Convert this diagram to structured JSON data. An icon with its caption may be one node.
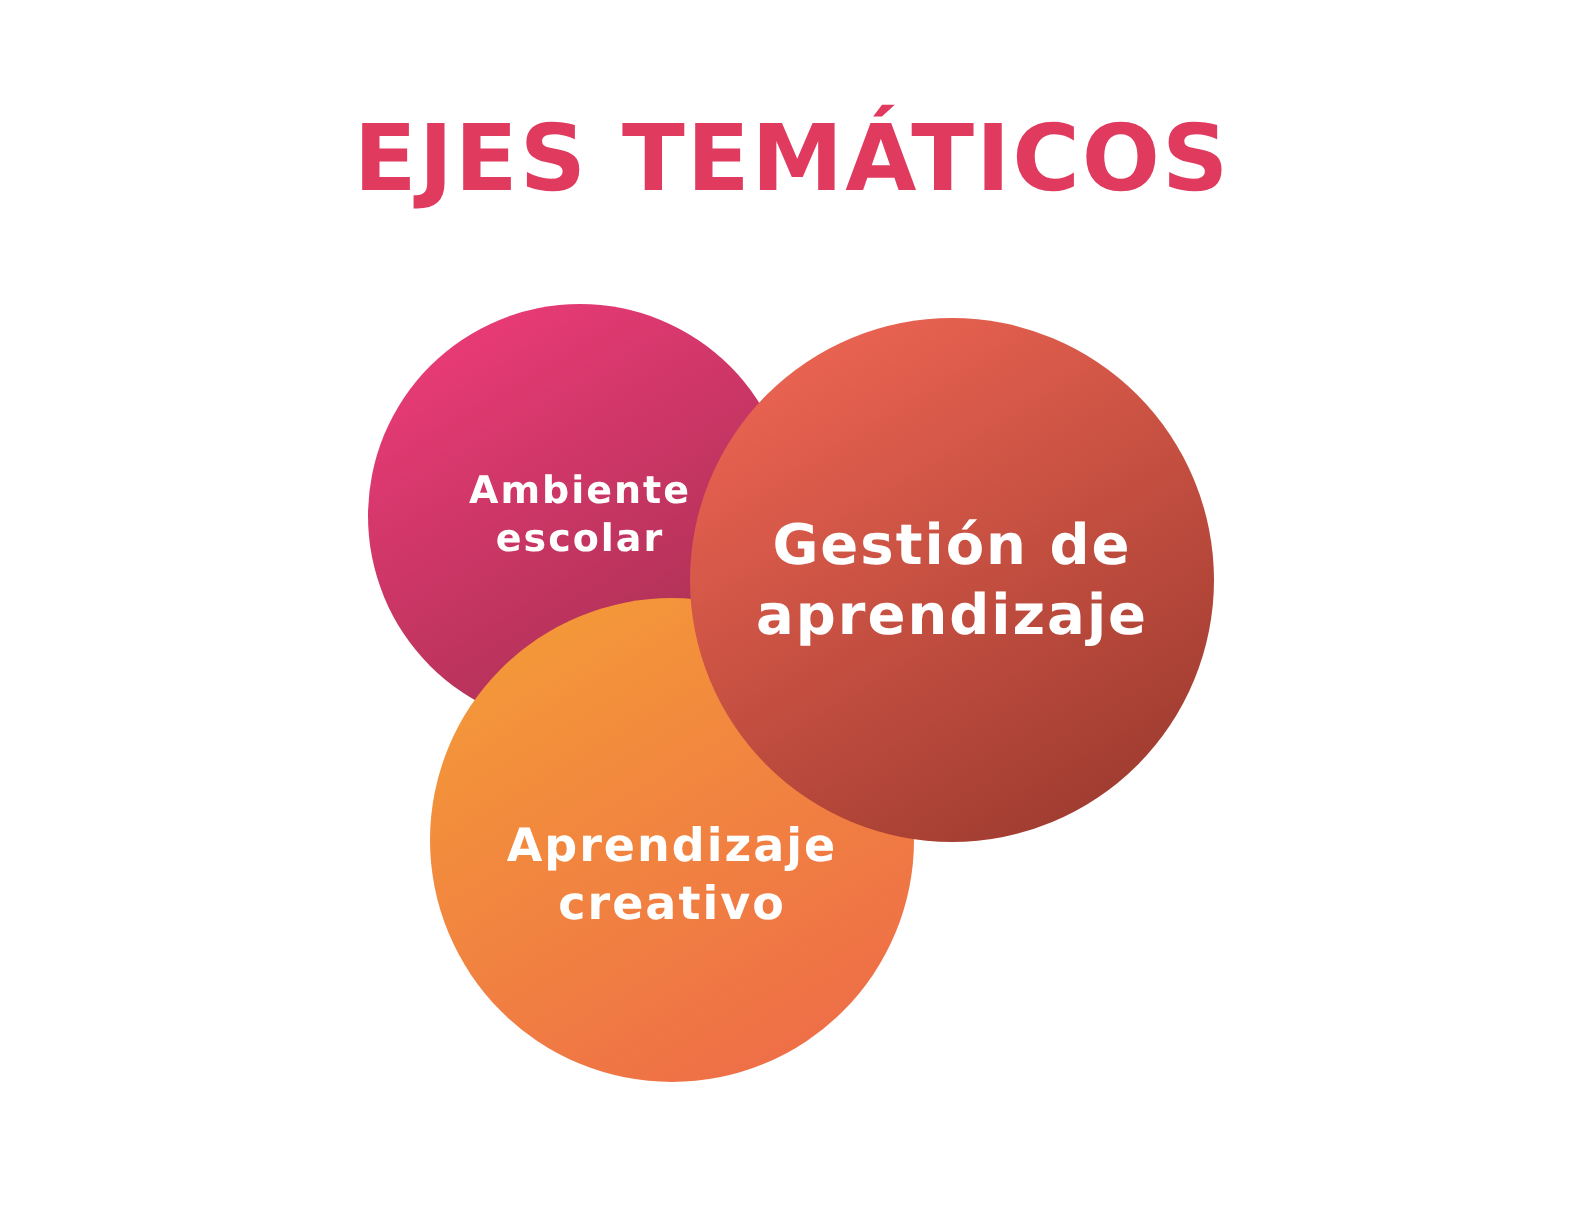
{
  "diagram": {
    "title": "EJES TEMÁTICOS",
    "nodes": [
      {
        "text": [
          "Ambiente escolar"
        ]
      },
      {
        "text": [
          "Gestión de aprendizaje"
        ]
      },
      {
        "text": [
          "Aprendizaje creativo"
        ]
      }
    ],
    "edges": []
  }
}
